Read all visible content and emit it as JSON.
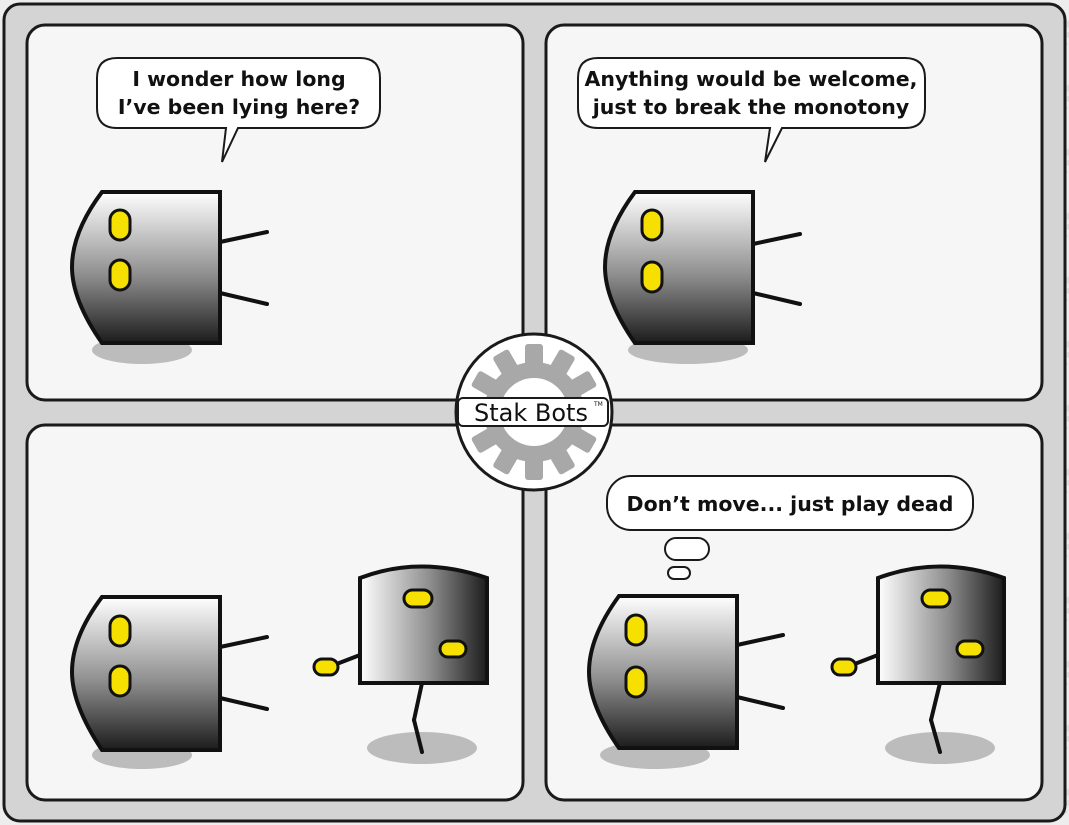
{
  "comic": {
    "logo": {
      "name": "Stak Bots",
      "trademark": "TM"
    },
    "panels": [
      {
        "speech": [
          "I wonder how long",
          "I’ve been lying here?"
        ]
      },
      {
        "speech": [
          "Anything would be welcome,",
          "just to break the monotony"
        ]
      },
      {
        "speech": []
      },
      {
        "thought": [
          "Don’t move... just play dead"
        ]
      }
    ]
  },
  "colors": {
    "frame": "#1a1a1a",
    "panel_bg": "#f6f6f6",
    "page_bg": "#ededed",
    "robot_eye": "#f5e000",
    "gear": "#a8a8a8"
  }
}
